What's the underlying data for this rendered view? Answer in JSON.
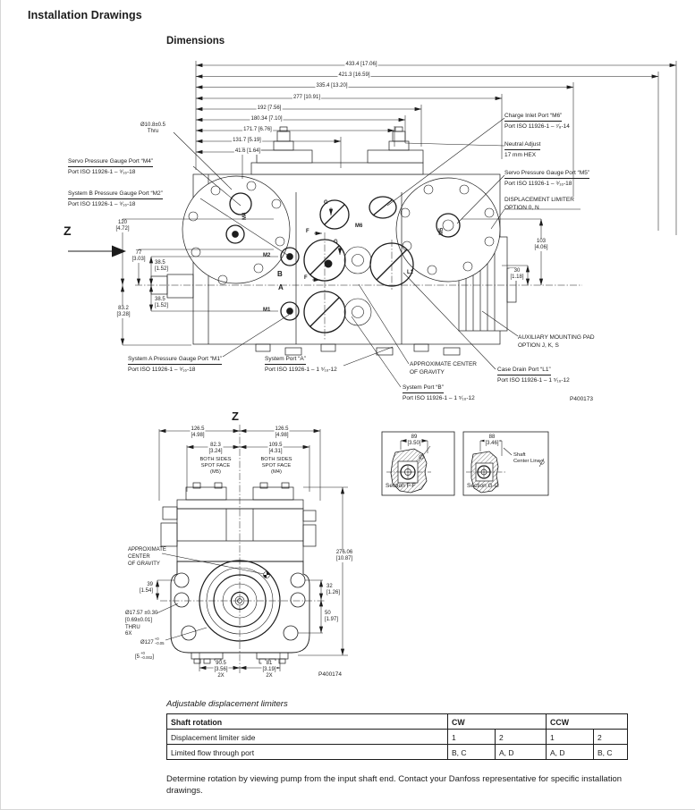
{
  "page": {
    "title": "Installation Drawings",
    "subtitle": "Dimensions"
  },
  "drawing1": {
    "fig_no": "P400173",
    "view_label": "Z",
    "top_dims": [
      "433.4 [17.06]",
      "421.3 [16.59]",
      "335.4 [13.20]",
      "277 [10.91]",
      "192 [7.56]",
      "180.34 [7.10]",
      "171.7 [6.76]",
      "131.7 [5.19]",
      "41.6 [1.64]"
    ],
    "left_dims": [
      "120\n[4.72]",
      "77\n[3.03]",
      "38.5\n[1.52]",
      "38.5\n[1.52]",
      "83.2\n[3.28]"
    ],
    "right_dims": [
      "103\n[4.06]",
      "30\n[1.18]"
    ],
    "labels": {
      "thru_hole": "Ø10.8±0.5\nThru",
      "m4": {
        "title": "Servo Pressure Gauge Port “M4”",
        "spec": "Port ISO 11926-1 – ⁹⁄₁₆-18"
      },
      "m2": {
        "title": "System B Pressure Gauge Port “M2”",
        "spec": "Port ISO 11926-1 – ⁹⁄₁₆-18"
      },
      "m6": {
        "title": "Charge Inlet Port “M6”",
        "spec": "Port ISO 11926-1 – ⁷⁄₈-14"
      },
      "neutral": {
        "title": "Neutral Adjust",
        "spec": "17 mm HEX"
      },
      "m5": {
        "title": "Servo Pressure Gauge Port “M5”",
        "spec": "Port ISO 11926-1 – ⁹⁄₁₆-18"
      },
      "limiter": "DISPLACEMENT LIMITER\nOPTION 0, N",
      "aux_pad": "AUXILIARY MOUNTING PAD\nOPTION J, K, S",
      "m1": {
        "title": "System A Pressure Gauge Port “M1”",
        "spec": "Port ISO 11926-1 – ⁹⁄₁₆-18"
      },
      "port_a": {
        "title": "System Port “A”",
        "spec": "Port ISO 11926-1 – 1 ⁵⁄₁₆-12"
      },
      "cog": "APPROXIMATE CENTER\nOF GRAVITY",
      "port_l1": {
        "title": "Case Drain Port “L1”",
        "spec": "Port ISO 11926-1 – 1 ⁵⁄₁₆-12"
      },
      "port_b": {
        "title": "System Port “B”",
        "spec": "Port ISO 11926-1 – 1 ⁵⁄₁₆-12"
      }
    },
    "callouts": {
      "b": "B",
      "a": "A",
      "f": "F",
      "g": "G",
      "m1": "M1",
      "m2": "M2",
      "m4": "M4",
      "m5": "M5",
      "m6": "M6",
      "l1": "L1"
    }
  },
  "drawing2": {
    "fig_no": "P400174",
    "view_label": "Z",
    "top_dims": [
      "126.5\n[4.98]",
      "126.5\n[4.98]",
      "82.3\n[3.24]",
      "109.5\n[4.31]"
    ],
    "spot_face_left": "BOTH SIDES\nSPOT FACE\n(M5)",
    "spot_face_right": "BOTH SIDES\nSPOT FACE\n(M4)",
    "cog": "APPROXIMATE\nCENTER\nOF GRAVITY",
    "left_dim": "39\n[1.54]",
    "hole_note": "Ø17.57 ±0.30\n[0.69±0.01]\nTHRU\n6X",
    "pilot_dia": "Ø127",
    "pilot_tol": "+0\n−0.05",
    "pilot_in": "[5",
    "pilot_in_tol": "+0\n−0.002",
    "pilot_close": "]",
    "right_dims": [
      "276.06\n[10.87]",
      "32\n[1.26]",
      "50\n[1.97]"
    ],
    "bottom_dims": [
      "90.5\n[3.56]\n2X",
      "81\n[3.19]\n2X"
    ]
  },
  "sections": {
    "cl_symbol": "℄",
    "ff": {
      "dim": "89\n[3.50]",
      "caption": "Section F-F"
    },
    "gg": {
      "dim": "88\n[3.46]",
      "caption": "Section G-G",
      "shaft_note": "Shaft\nCenter Line"
    }
  },
  "limiters": {
    "caption": "Adjustable displacement limiters",
    "header": {
      "col1": "Shaft rotation",
      "cw": "CW",
      "ccw": "CCW"
    },
    "rows": [
      {
        "label": "Displacement limiter side",
        "values": [
          "1",
          "2",
          "1",
          "2"
        ]
      },
      {
        "label": "Limited flow through port",
        "values": [
          "B, C",
          "A, D",
          "A, D",
          "B, C"
        ]
      }
    ]
  },
  "footer": "Determine rotation by viewing pump from the input shaft end. Contact your Danfoss representative for specific installation drawings."
}
